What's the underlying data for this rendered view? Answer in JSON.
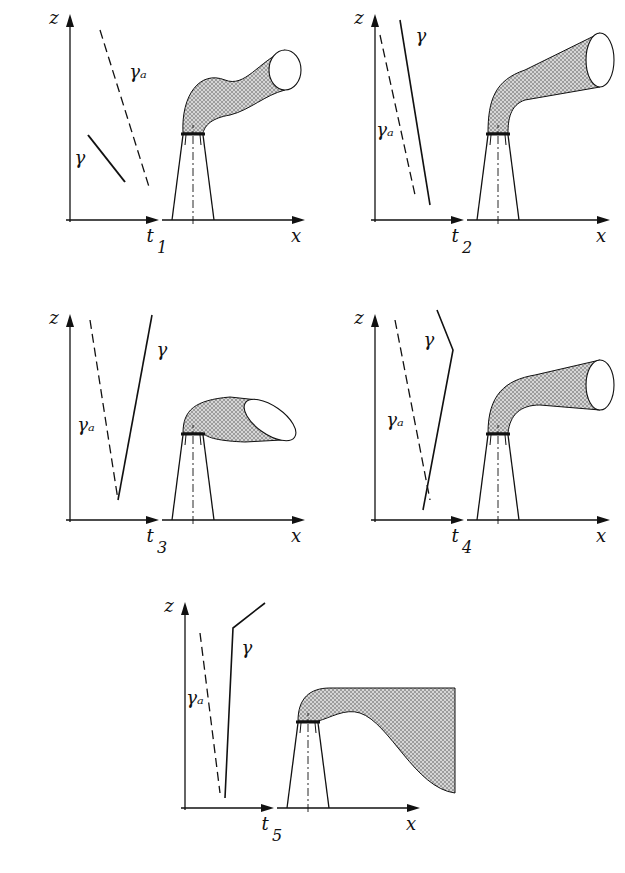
{
  "diagram": {
    "labels": [
      "z",
      "γₐ",
      "γ",
      "t",
      "x",
      "1",
      "z",
      "γₐ",
      "γ",
      "t",
      "x",
      "2",
      "z",
      "γₐ",
      "γ",
      "t",
      "x",
      "3",
      "z",
      "γₐ",
      "γ",
      "t",
      "x",
      "4",
      "z",
      "γₐ",
      "γ",
      "t",
      "x",
      "5"
    ]
  }
}
